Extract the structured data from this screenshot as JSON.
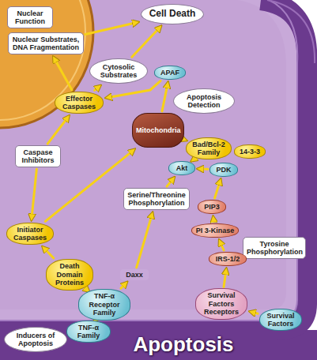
{
  "diagram": {
    "nodes": [
      {
        "text": [
          "Cell Death"
        ]
      },
      {
        "text": [
          "Nuclear Function"
        ]
      },
      {
        "text": [
          "Nuclear Substrates, DNA Fragmentation"
        ]
      },
      {
        "text": [
          "Cytosolic Substrates"
        ]
      },
      {
        "text": [
          "APAF"
        ]
      },
      {
        "text": [
          "Apoptosis Detection"
        ]
      },
      {
        "text": [
          "Effector Caspases"
        ]
      },
      {
        "text": [
          "Mitochondria"
        ]
      },
      {
        "text": [
          "Bad/Bcl-2 Family"
        ]
      },
      {
        "text": [
          "14-3-3"
        ]
      },
      {
        "text": [
          "Caspase Inhibitors"
        ]
      },
      {
        "text": [
          "Akt"
        ]
      },
      {
        "text": [
          "PDK"
        ]
      },
      {
        "text": [
          "Serine/Threonine Phosphorylation"
        ]
      },
      {
        "text": [
          "PIP3"
        ]
      },
      {
        "text": [
          "PI 3-Kinase"
        ]
      },
      {
        "text": [
          "Tyrosine Phosphorylation"
        ]
      },
      {
        "text": [
          "IRS-1/2"
        ]
      },
      {
        "text": [
          "Initiator Caspases"
        ]
      },
      {
        "text": [
          "Daxx"
        ]
      },
      {
        "text": [
          "Death Domain Proteins"
        ]
      },
      {
        "text": [
          "TNF-α Receptor Family"
        ]
      },
      {
        "text": [
          "TNF-α Family"
        ]
      },
      {
        "text": [
          "Survival Factors Receptors"
        ]
      },
      {
        "text": [
          "Survival Factors"
        ]
      },
      {
        "text": [
          "Inducers of Apoptosis"
        ]
      }
    ],
    "edges": [
      {
        "from": 2,
        "to": 0,
        "arrow": "to"
      },
      {
        "from": 3,
        "to": 0,
        "arrow": "to"
      },
      {
        "from": 6,
        "to": 2,
        "arrow": "to"
      },
      {
        "from": 6,
        "to": 3,
        "arrow": "to"
      },
      {
        "from": 4,
        "to": 6,
        "arrow": "to"
      },
      {
        "from": 7,
        "to": 4,
        "arrow": "to"
      },
      {
        "from": 8,
        "to": 7,
        "arrow": "to"
      },
      {
        "from": 11,
        "to": 8,
        "arrow": "to"
      },
      {
        "from": 12,
        "to": 11,
        "arrow": "to"
      },
      {
        "from": 14,
        "to": 12,
        "arrow": "to"
      },
      {
        "from": 15,
        "to": 14,
        "arrow": "to"
      },
      {
        "from": 17,
        "to": 15,
        "arrow": "to"
      },
      {
        "from": 23,
        "to": 17,
        "arrow": "to"
      },
      {
        "from": 24,
        "to": 23,
        "arrow": "to"
      },
      {
        "from": 10,
        "to": 6,
        "arrow": "to"
      },
      {
        "from": 10,
        "to": 18,
        "arrow": "to"
      },
      {
        "from": 20,
        "to": 18,
        "arrow": "to"
      },
      {
        "from": 18,
        "to": 7,
        "arrow": "to"
      },
      {
        "from": 21,
        "to": 20,
        "arrow": "to"
      },
      {
        "from": 21,
        "to": 19,
        "arrow": "to"
      },
      {
        "from": 19,
        "to": 13,
        "arrow": "to"
      },
      {
        "from": 13,
        "to": 11,
        "arrow": "to"
      },
      {
        "from": 22,
        "to": 21,
        "arrow": "to"
      }
    ],
    "labels": [
      "Apoptosis"
    ]
  }
}
